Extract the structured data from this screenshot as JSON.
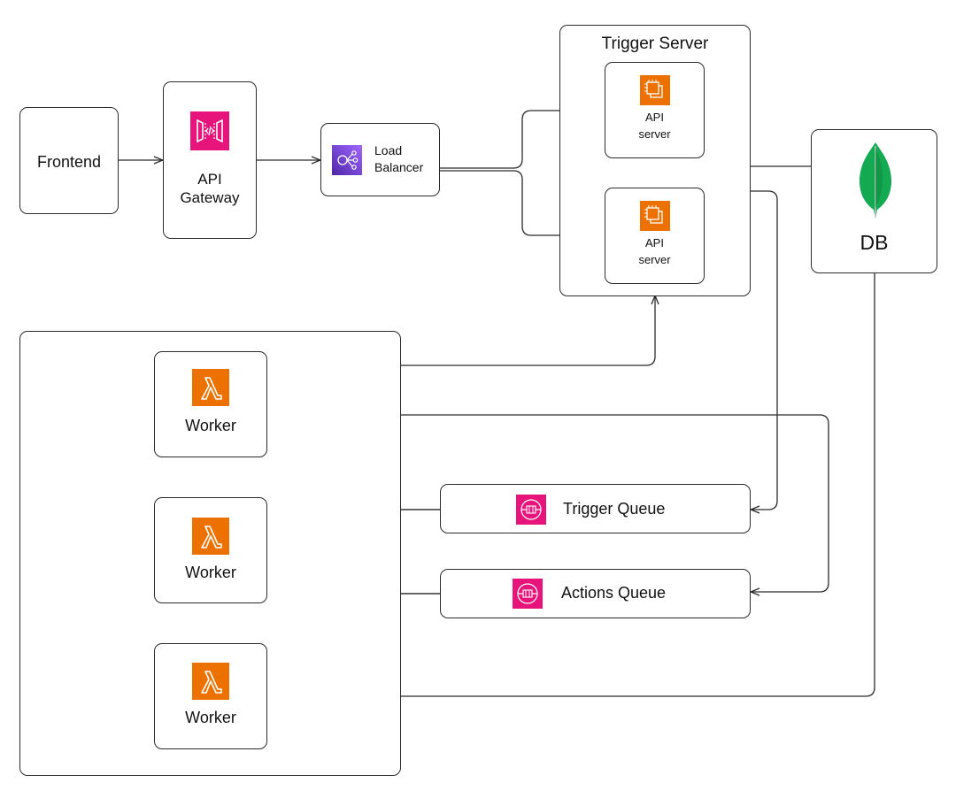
{
  "nodes": {
    "frontend": "Frontend",
    "api_gateway": [
      "API",
      "Gateway"
    ],
    "load_balancer": [
      "Load",
      "Balancer"
    ],
    "trigger_server": "Trigger Server",
    "api_server_1": [
      "API",
      "server"
    ],
    "api_server_2": [
      "API",
      "server"
    ],
    "db": "DB",
    "worker_1": "Worker",
    "worker_2": "Worker",
    "worker_3": "Worker",
    "trigger_queue": "Trigger Queue",
    "actions_queue": "Actions Queue"
  },
  "icons": {
    "api_gateway": "api-gateway-icon",
    "load_balancer": "load-balancer-icon",
    "api_server": "ec2-server-icon",
    "db": "mongodb-leaf-icon",
    "worker": "lambda-icon",
    "queue": "sqs-queue-icon"
  },
  "colors": {
    "gateway_pink": "#E7157B",
    "lb_purple": "#8C4FFF",
    "aws_orange": "#ED7100",
    "mongo_green": "#13AA52",
    "stroke": "#2b2b2b"
  }
}
